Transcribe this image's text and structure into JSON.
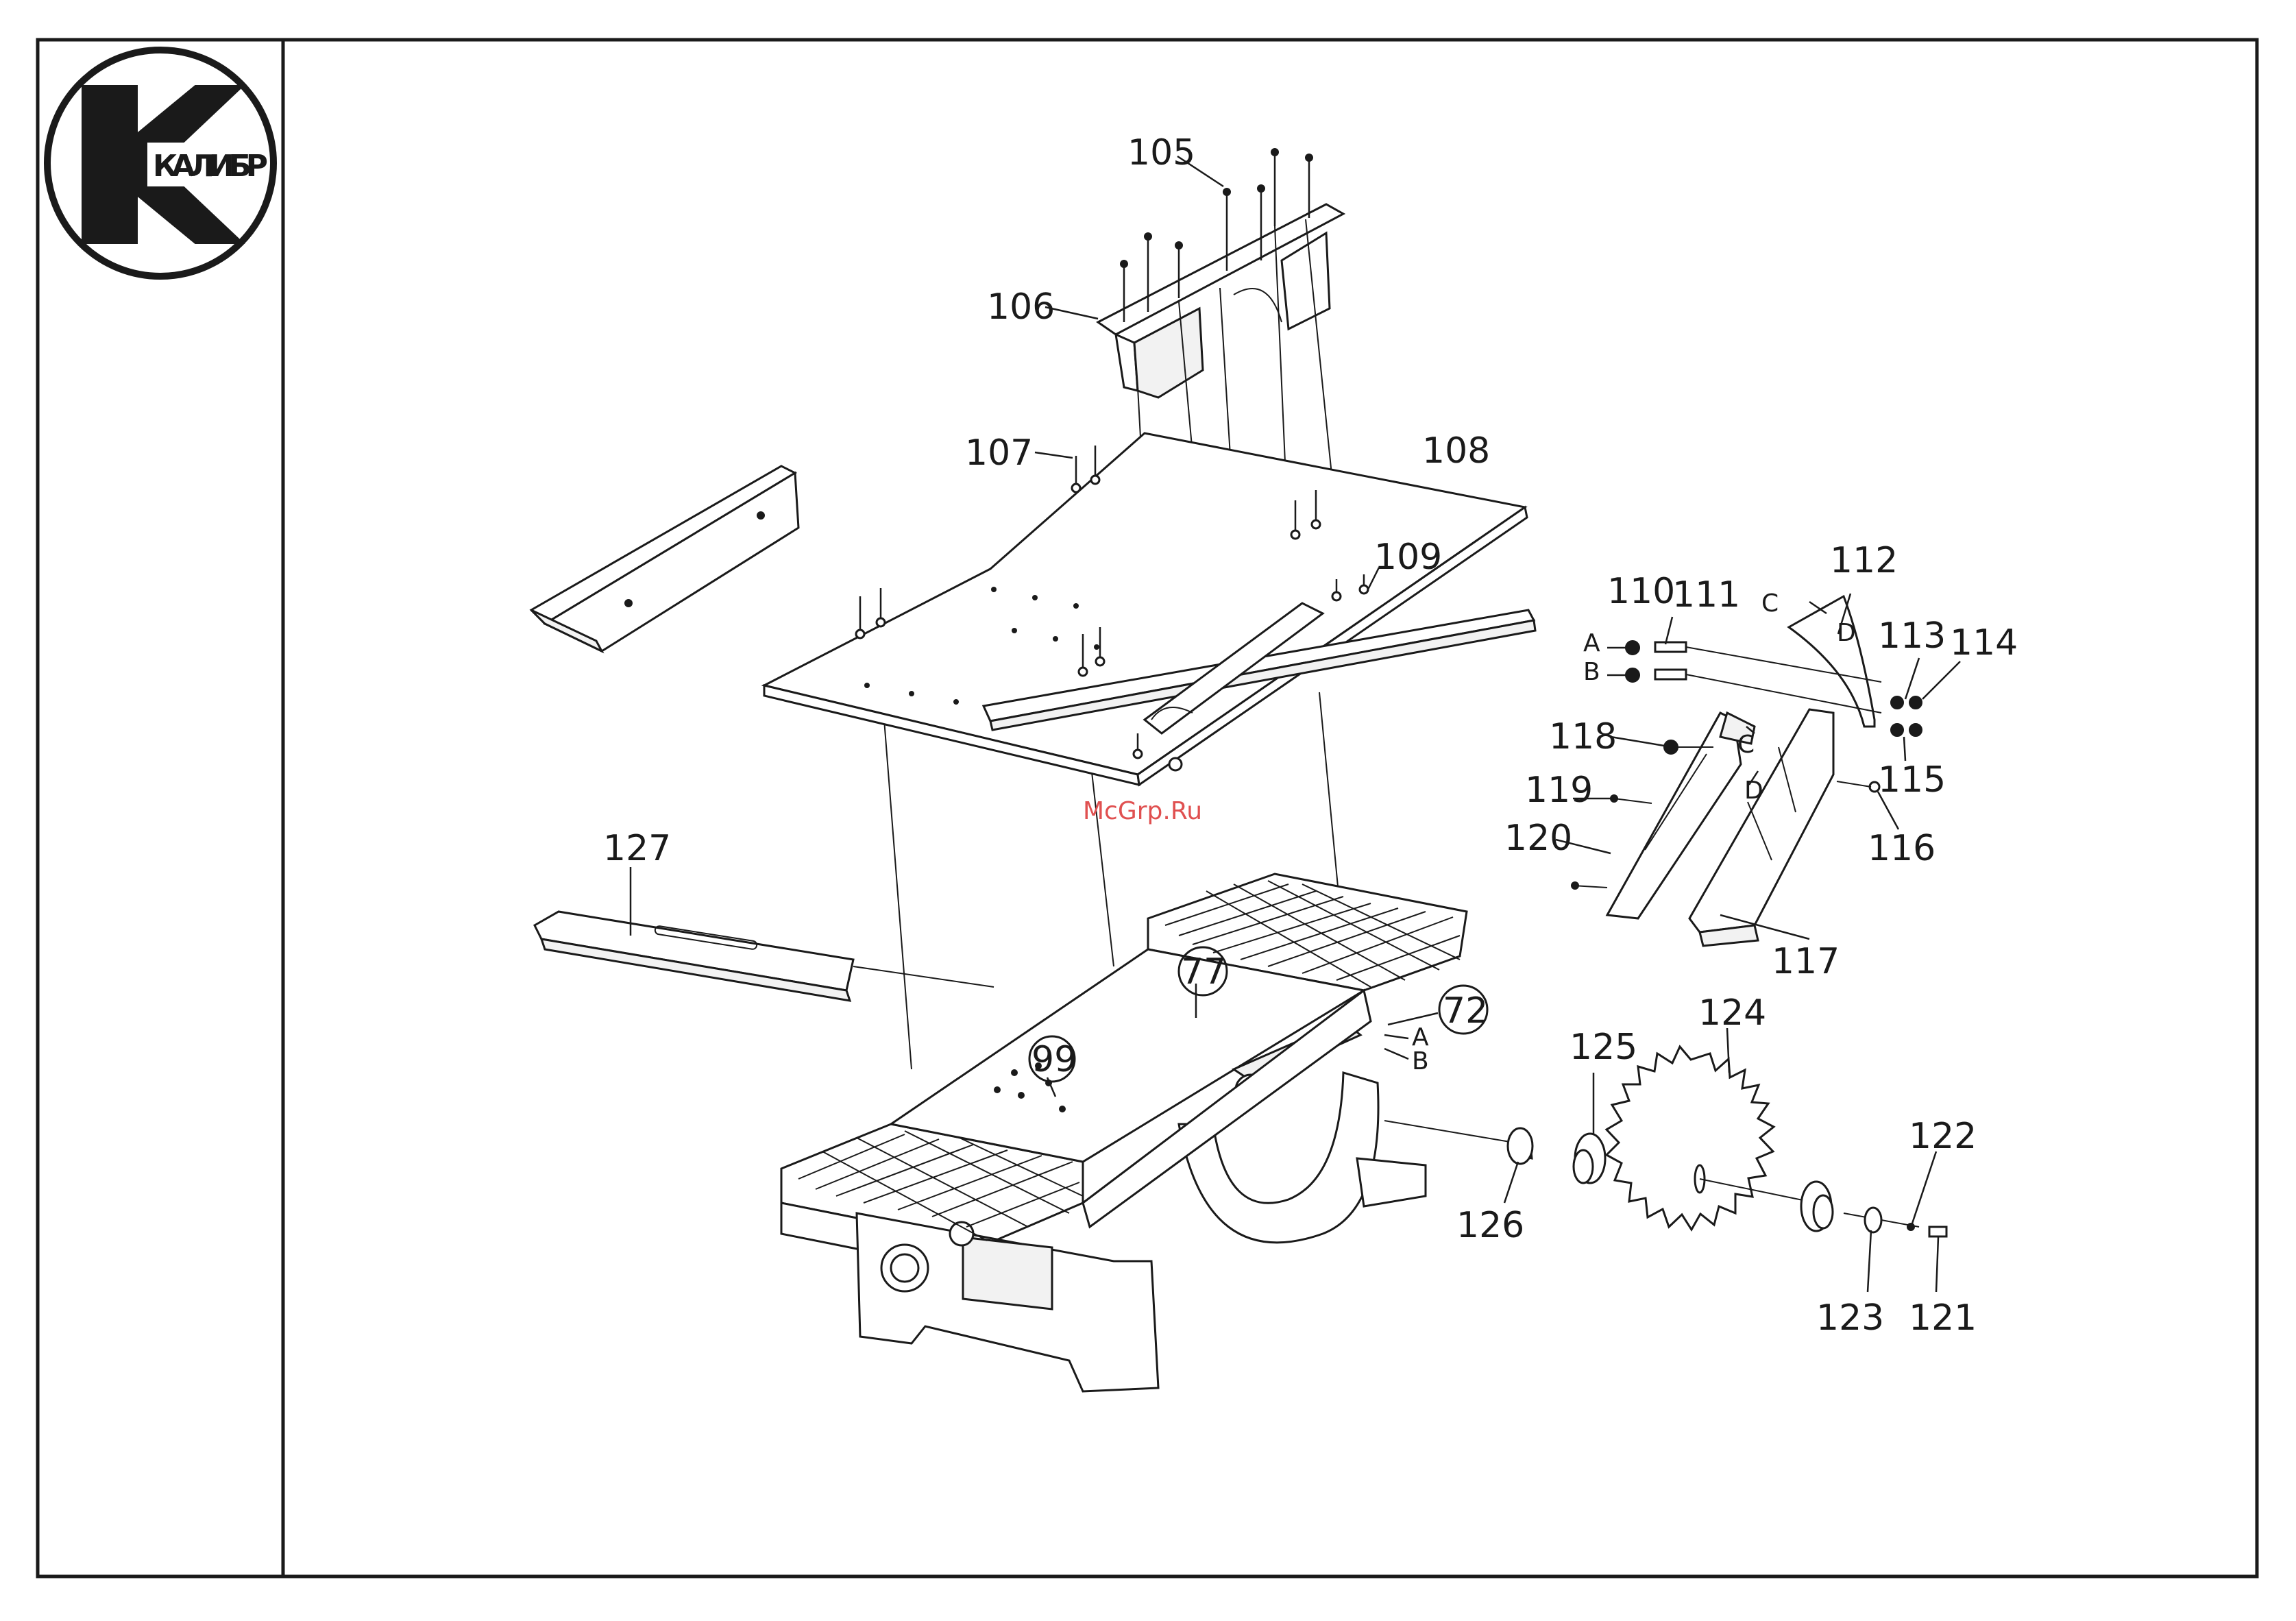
{
  "logo": {
    "text": "КАЛИБР",
    "icon": "kalibr-logo-icon"
  },
  "watermark": "McGrp.Ru",
  "callouts": [
    {
      "id": "105",
      "circled": false
    },
    {
      "id": "106",
      "circled": false
    },
    {
      "id": "107",
      "circled": false
    },
    {
      "id": "108",
      "circled": false
    },
    {
      "id": "109",
      "circled": false
    },
    {
      "id": "110",
      "circled": false
    },
    {
      "id": "111",
      "circled": false
    },
    {
      "id": "112",
      "circled": false
    },
    {
      "id": "113",
      "circled": false
    },
    {
      "id": "114",
      "circled": false
    },
    {
      "id": "115",
      "circled": false
    },
    {
      "id": "116",
      "circled": false
    },
    {
      "id": "117",
      "circled": false
    },
    {
      "id": "118",
      "circled": false
    },
    {
      "id": "119",
      "circled": false
    },
    {
      "id": "120",
      "circled": false
    },
    {
      "id": "121",
      "circled": false
    },
    {
      "id": "122",
      "circled": false
    },
    {
      "id": "123",
      "circled": false
    },
    {
      "id": "124",
      "circled": false
    },
    {
      "id": "125",
      "circled": false
    },
    {
      "id": "126",
      "circled": false
    },
    {
      "id": "127",
      "circled": false
    },
    {
      "id": "77",
      "circled": true
    },
    {
      "id": "72",
      "circled": true
    },
    {
      "id": "99",
      "circled": true
    }
  ],
  "connector_letters": {
    "a1": "A",
    "b1": "B",
    "c1": "C",
    "d1": "D",
    "c2": "C",
    "d2": "D",
    "a2": "A",
    "b2": "B"
  }
}
